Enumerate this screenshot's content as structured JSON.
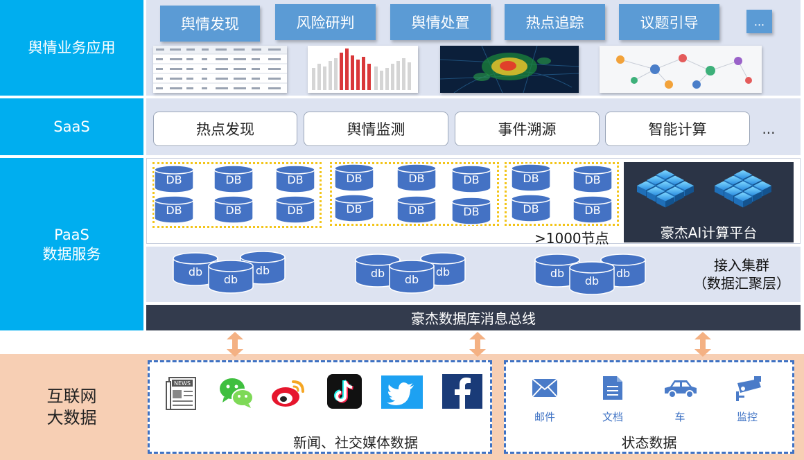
{
  "layers": {
    "app": "舆情业务应用",
    "saas": "SaaS",
    "paas_line1": "PaaS",
    "paas_line2": "数据服务",
    "internet_line1": "互联网",
    "internet_line2": "大数据"
  },
  "app_buttons": [
    "舆情发现",
    "风险研判",
    "舆情处置",
    "热点追踪",
    "议题引导"
  ],
  "app_more": "...",
  "saas_buttons": [
    "热点发现",
    "舆情监测",
    "事件溯源",
    "智能计算"
  ],
  "saas_more": "...",
  "db_label_upper": "DB",
  "db_label_lower": "db",
  "node_count": ">1000节点",
  "ai_platform": "豪杰AI计算平台",
  "access_cluster_line1": "接入集群",
  "access_cluster_line2": "（数据汇聚层）",
  "bus": "豪杰数据库消息总线",
  "sources_left_caption": "新闻、社交媒体数据",
  "sources_right_caption": "状态数据",
  "state_icons": [
    "邮件",
    "文档",
    "车",
    "监控"
  ],
  "news_icon_text": "NEWS",
  "colors": {
    "layer_blue": "#00aeef",
    "app_button": "#5b9bd5",
    "panel": "#dde3f1",
    "db_blue": "#4472c4",
    "dotted_border": "#f3c51a",
    "bus": "#333b4d",
    "bigdata_bg": "#f7cfb4",
    "dashed_border": "#3e72c4",
    "arrow": "#f4b183"
  }
}
